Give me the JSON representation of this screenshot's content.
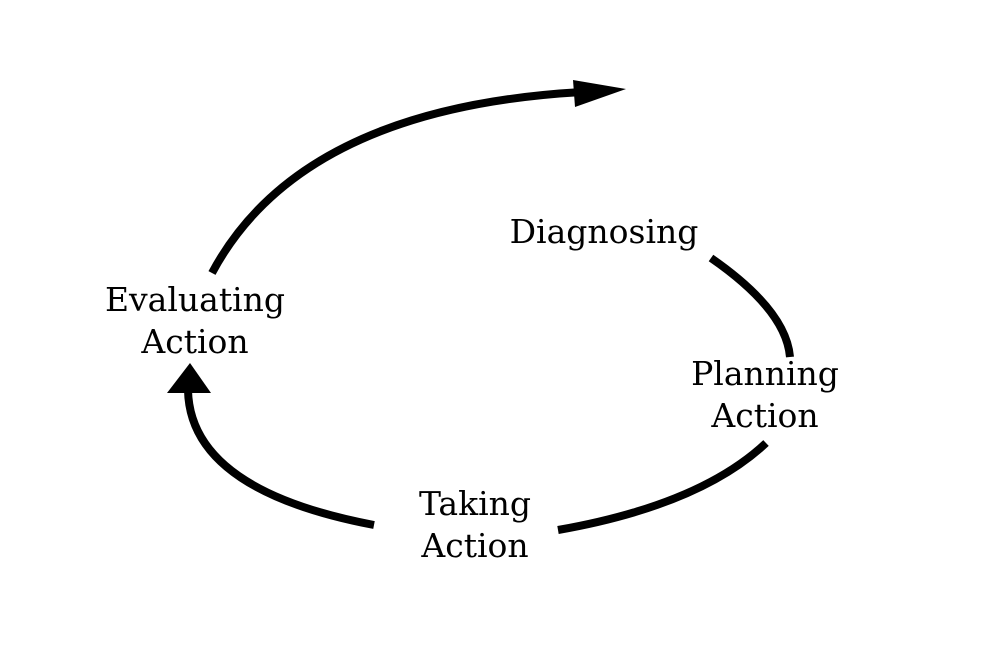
{
  "diagram": {
    "stages": {
      "diagnosing": {
        "line1": "Diagnosing"
      },
      "planning": {
        "line1": "Planning",
        "line2": "Action"
      },
      "taking": {
        "line1": "Taking",
        "line2": "Action"
      },
      "evaluating": {
        "line1": "Evaluating",
        "line2": "Action"
      }
    },
    "colors": {
      "ink": "#000000",
      "background": "#ffffff"
    }
  }
}
